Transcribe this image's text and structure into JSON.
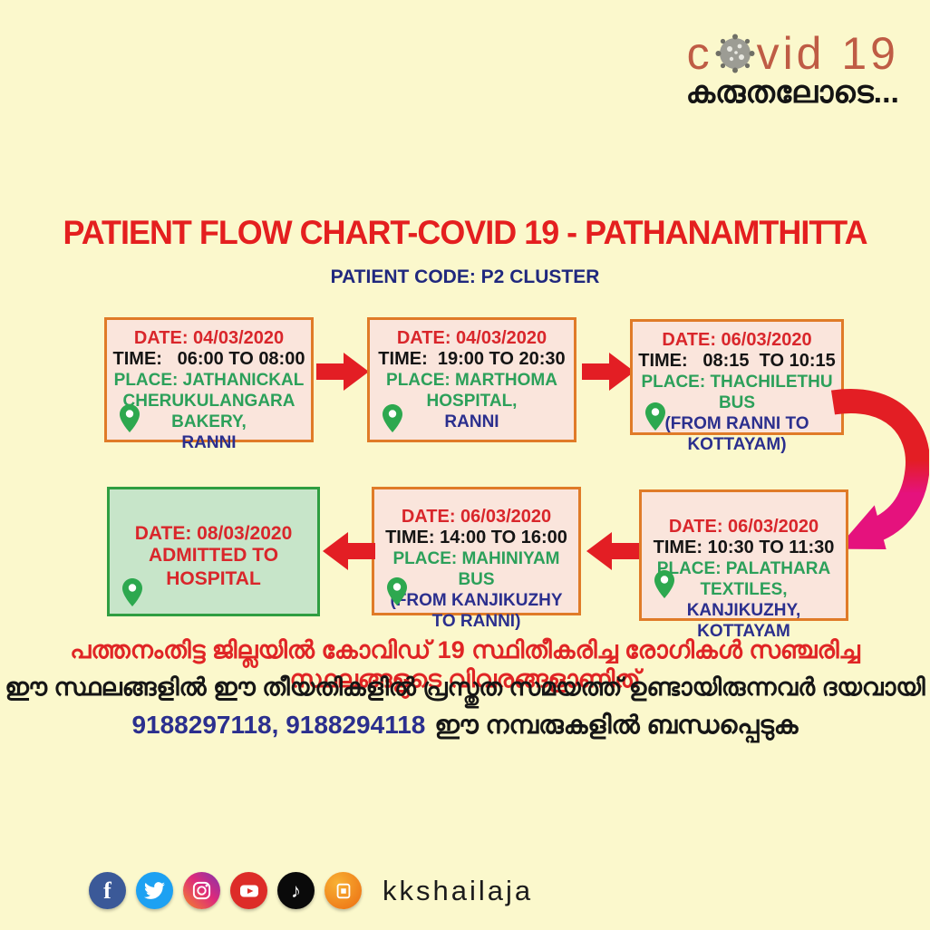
{
  "logo": {
    "covid_prefix": "c",
    "covid_suffix": "vid 19",
    "tagline": "കരുതലോടെ..."
  },
  "header": {
    "title": "PATIENT FLOW CHART-COVID 19 - PATHANAMTHITTA",
    "subtitle": "PATIENT CODE: P2 CLUSTER"
  },
  "flow": {
    "boxes": [
      {
        "date": "DATE: 04/03/2020",
        "time": "TIME:   06:00 TO 08:00",
        "place": "PLACE: JATHANICKAL CHERUKULANGARA BAKERY,",
        "route": "RANNI"
      },
      {
        "date": "DATE: 04/03/2020",
        "time": "TIME:  19:00 TO 20:30",
        "place": "PLACE: MARTHOMA HOSPITAL,",
        "route": "RANNI"
      },
      {
        "date": "DATE: 06/03/2020",
        "time": "TIME:   08:15  TO 10:15",
        "place": "PLACE: THACHILETHU BUS",
        "route": "(FROM RANNI TO KOTTAYAM)"
      },
      {
        "date": "DATE: 06/03/2020",
        "time": "TIME: 10:30 TO 11:30",
        "place": "PLACE: PALATHARA TEXTILES,",
        "route": "KANJIKUZHY, KOTTAYAM"
      },
      {
        "date": "DATE: 06/03/2020",
        "time": "TIME: 14:00 TO 16:00",
        "place": "PLACE: MAHINIYAM BUS",
        "route": "(FROM KANJIKUZHY TO RANNI)"
      }
    ],
    "admitted": {
      "date": "DATE: 08/03/2020",
      "label": "ADMITTED TO HOSPITAL"
    }
  },
  "notice": {
    "line1": "പത്തനംതിട്ട ജില്ലയിൽ കോവിഡ് 19 സ്ഥിതീകരിച്ച രോഗികൾ സഞ്ചരിച്ച സ്ഥലങ്ങളുടെ വിവരങ്ങളാണിത്",
    "line2": "ഈ സ്ഥലങ്ങളിൽ ഈ തീയതികളിൽ പ്രസ്തുത സമയത്ത്  ഉണ്ടായിരുന്നവർ ദയവായി",
    "phones": "9188297118, 9188294118",
    "line3_rest": "ഈ നമ്പരുകളിൽ ബന്ധപ്പെടുക"
  },
  "footer": {
    "handle": "kkshailaja",
    "icons": [
      "facebook-icon",
      "twitter-icon",
      "instagram-icon",
      "youtube-icon",
      "tiktok-icon",
      "orange-app-icon"
    ]
  },
  "colors": {
    "background": "#FBF8CC",
    "box_fill": "#FAE5DC",
    "box_border": "#E07B28",
    "green_box_fill": "#C7E5C9",
    "green_box_border": "#2F9E41",
    "date_red": "#D9262B",
    "place_green": "#2CA05A",
    "route_navy": "#2B2F8E",
    "title_red": "#E41F1F",
    "subtitle_navy": "#20287E",
    "arrow_red": "#E31E24",
    "arrow_magenta": "#E5127D"
  }
}
